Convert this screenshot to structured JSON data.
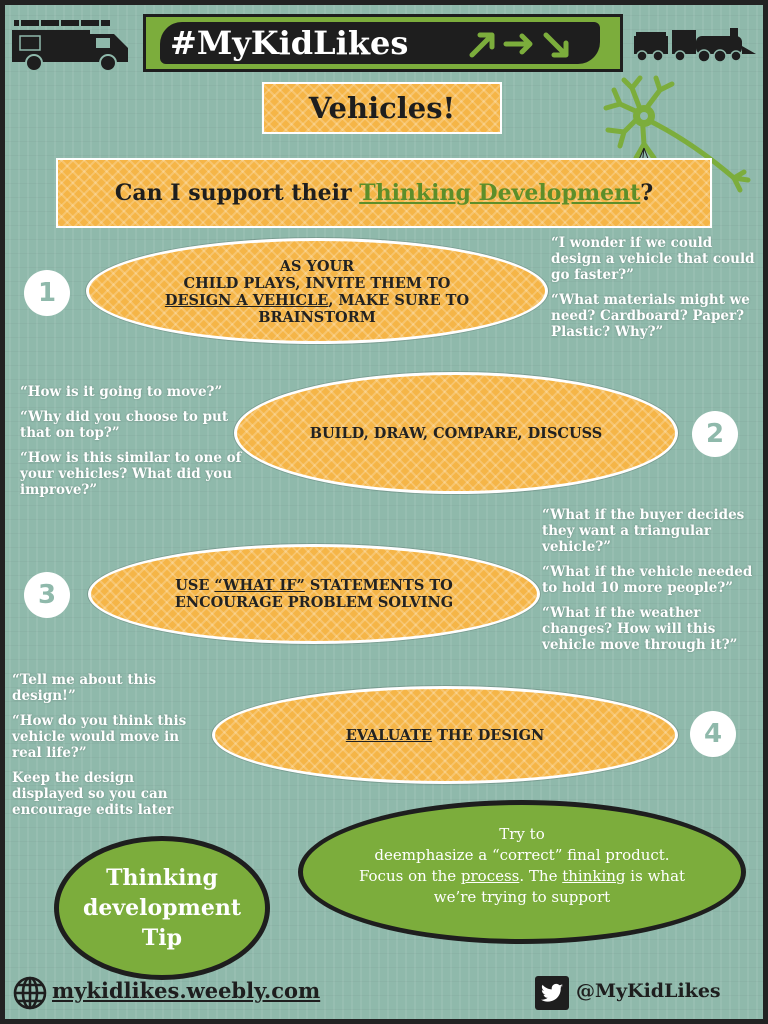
{
  "header": {
    "hashtag": "#MyKidLikes",
    "subtitle": "Vehicles!",
    "question_prefix": "Can I support their ",
    "question_highlight": "Thinking Development",
    "question_suffix": "?"
  },
  "steps": [
    {
      "number": "1",
      "line1": "AS YOUR",
      "line2": "CHILD PLAYS, INVITE THEM TO",
      "underlined": "DESIGN A VEHICLE",
      "after": ", MAKE SURE TO",
      "line4": "BRAINSTORM",
      "prompts": [
        "“I wonder if we could design a vehicle that could go faster?”",
        "“What materials might we need? Cardboard? Paper? Plastic? Why?”"
      ]
    },
    {
      "number": "2",
      "text": "BUILD, DRAW, COMPARE, DISCUSS",
      "prompts": [
        "“How is it going to move?”",
        "“Why did you choose to put that on top?”",
        "“How is this similar to one of your vehicles? What did you improve?”"
      ]
    },
    {
      "number": "3",
      "before": "USE ",
      "underlined": "“WHAT IF”",
      "after": " STATEMENTS TO",
      "line2": "ENCOURAGE PROBLEM SOLVING",
      "prompts": [
        "“What if the buyer decides they want a triangular vehicle?”",
        "“What if the vehicle needed to hold 10 more people?”",
        "“What if the weather changes? How will this vehicle move through it?”"
      ]
    },
    {
      "number": "4",
      "underlined": "EVALUATE",
      "after": " THE DESIGN",
      "prompts": [
        "“Tell me about this design!”",
        "“How do you think this vehicle would move in real life?”",
        "Keep the design displayed so you can encourage edits later"
      ]
    }
  ],
  "tip": {
    "badge_line1": "Thinking",
    "badge_line2": "development",
    "badge_line3": "Tip",
    "line1": "Try to",
    "line2": "deemphasize a “correct”  final product.",
    "focus_prefix": "Focus on the ",
    "focus_process": "process",
    "focus_mid": ". The ",
    "focus_thinking": "thinking",
    "focus_suffix": " is what",
    "line4": "we’re trying to support"
  },
  "footer": {
    "website": "mykidlikes.weebly.com",
    "handle": "@MyKidLikes"
  },
  "icons": [
    "fire-truck-icon",
    "arrows-icon",
    "train-icon",
    "neuron-icon",
    "globe-icon",
    "twitter-icon"
  ],
  "colors": {
    "background": "#8fb9ab",
    "orange": "#f5b547",
    "green": "#7cad3c",
    "dark": "#222222",
    "white": "#ffffff"
  }
}
